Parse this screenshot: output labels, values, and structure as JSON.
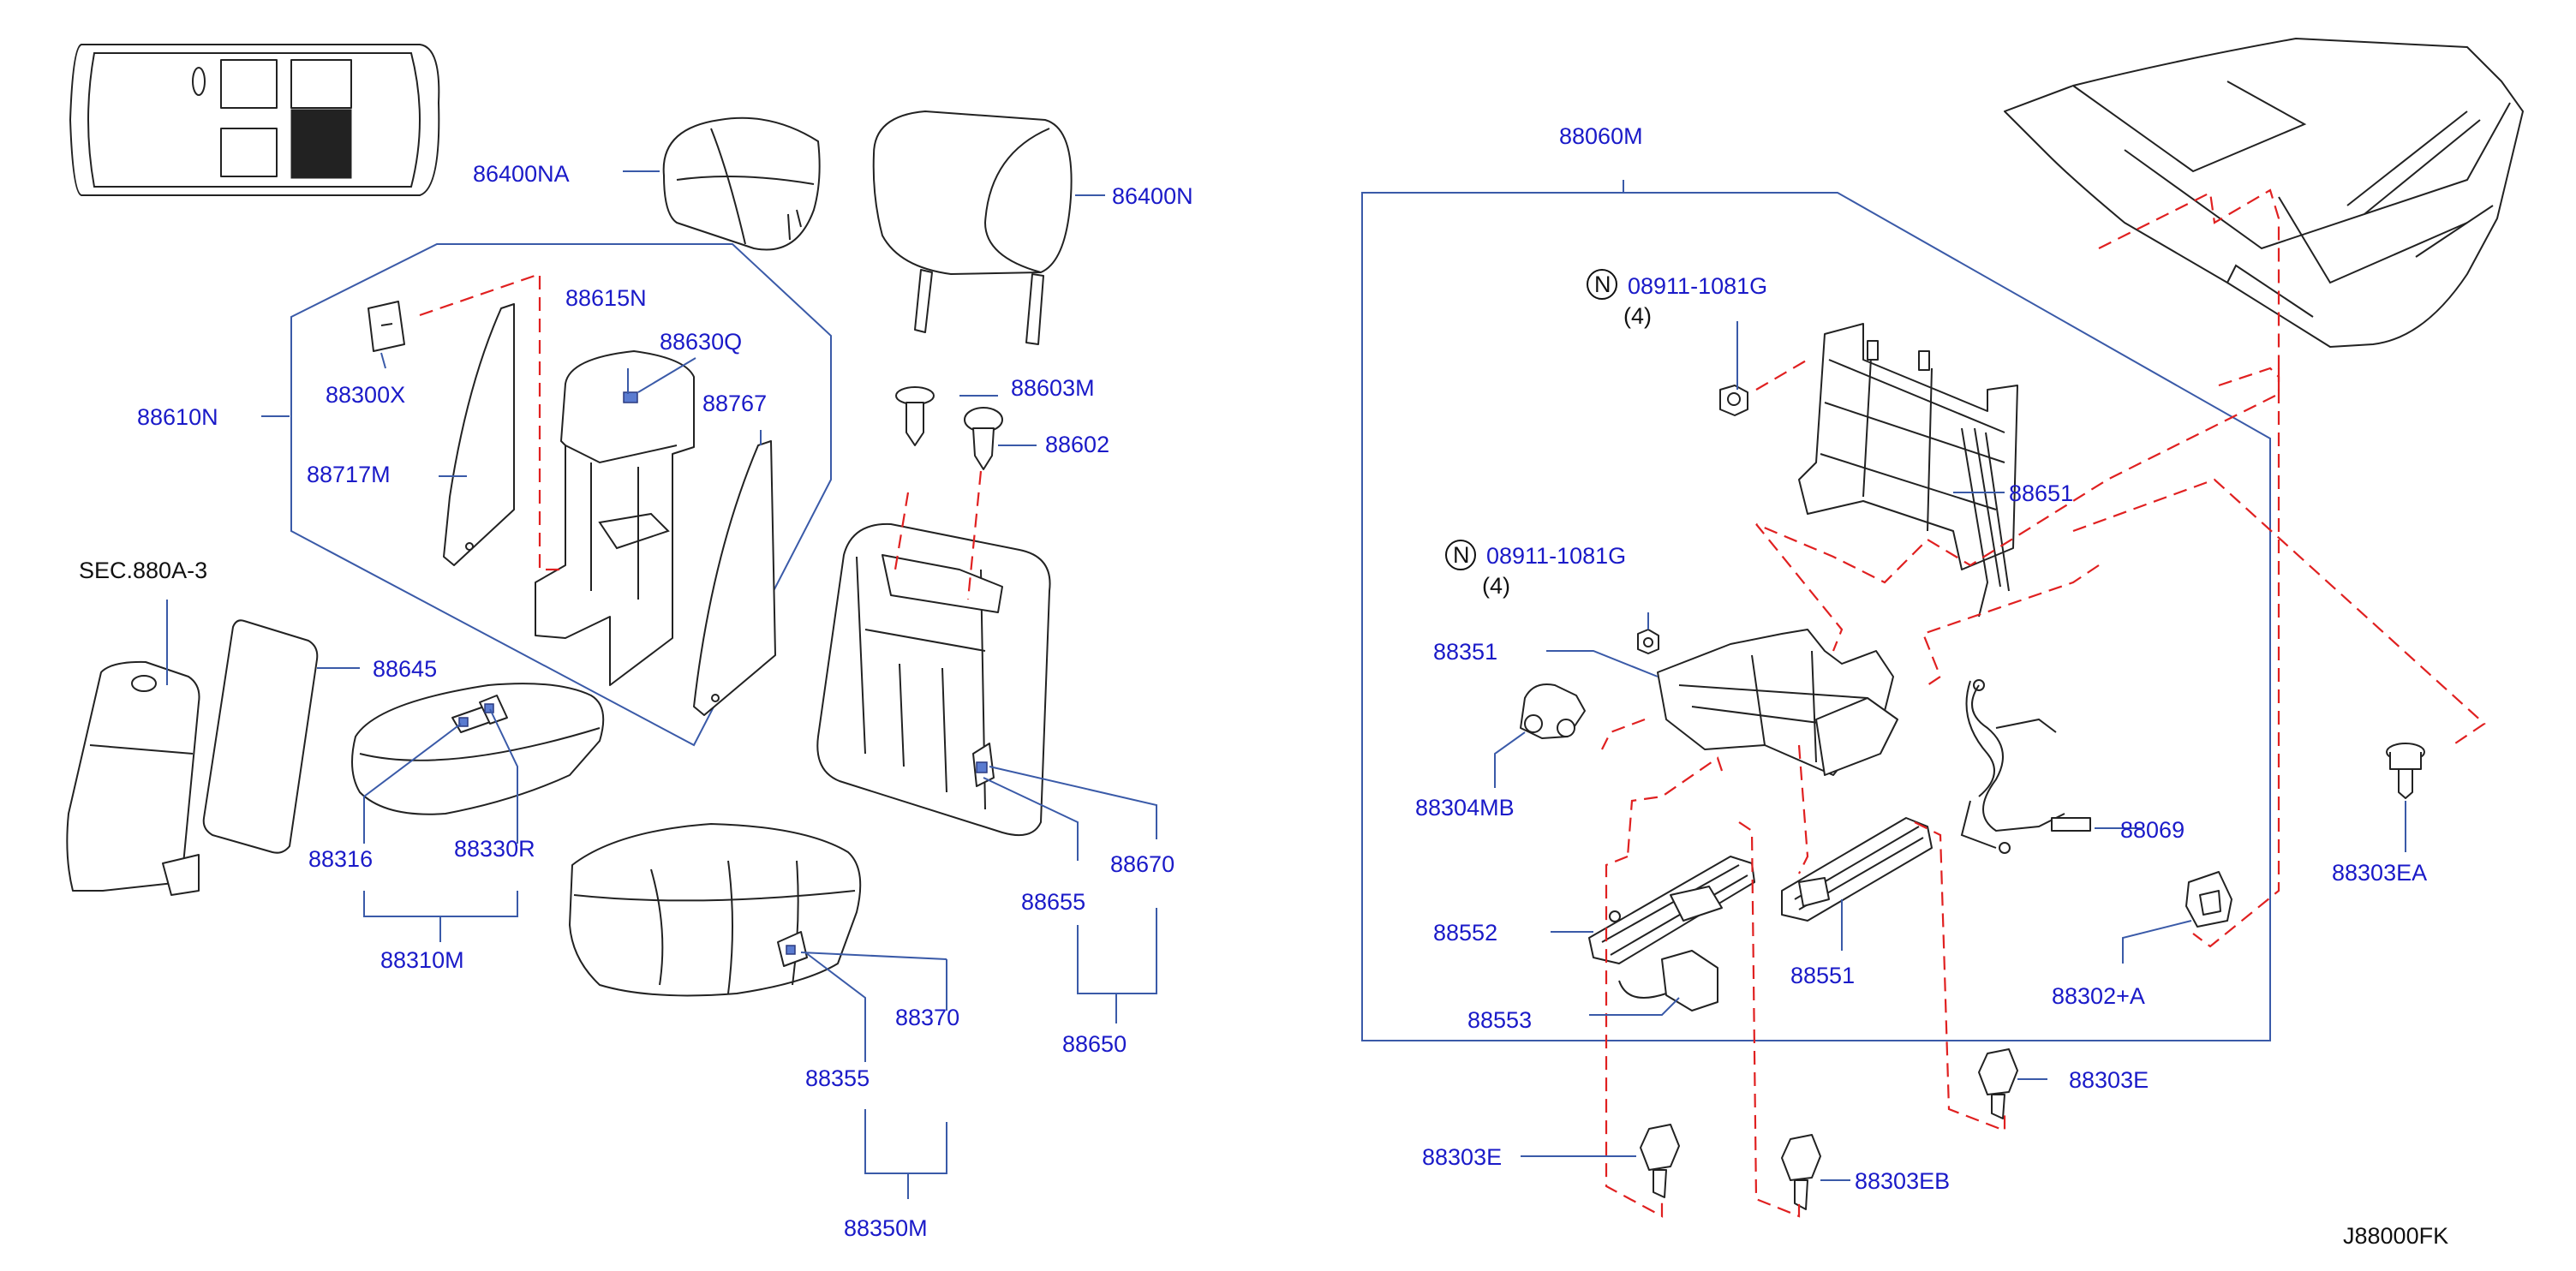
{
  "diagram_code": "J88000FK",
  "callout_prefix": "N",
  "parts": {
    "p86400NA": "86400NA",
    "p86400N": "86400N",
    "p88610N": "88610N",
    "p88615N": "88615N",
    "p88630Q": "88630Q",
    "p88300X": "88300X",
    "p88767": "88767",
    "p88717M": "88717M",
    "p88603M": "88603M",
    "p88602": "88602",
    "sec880A3": "SEC.880A-3",
    "p88645": "88645",
    "p88316": "88316",
    "p88330R": "88330R",
    "p88310M": "88310M",
    "p88670": "88670",
    "p88655": "88655",
    "p88650": "88650",
    "p88370": "88370",
    "p88355": "88355",
    "p88350M": "88350M",
    "p88060M": "88060M",
    "bolt1": "08911-1081G",
    "bolt1_qty": "(4)",
    "bolt2": "08911-1081G",
    "bolt2_qty": "(4)",
    "p88651": "88651",
    "p88351": "88351",
    "p88304MB": "88304MB",
    "p88069": "88069",
    "p88552": "88552",
    "p88553": "88553",
    "p88551": "88551",
    "p88303EA": "88303EA",
    "p88302A": "88302+A",
    "p88303E_r": "88303E",
    "p88303E_l": "88303E",
    "p88303EB": "88303EB"
  }
}
